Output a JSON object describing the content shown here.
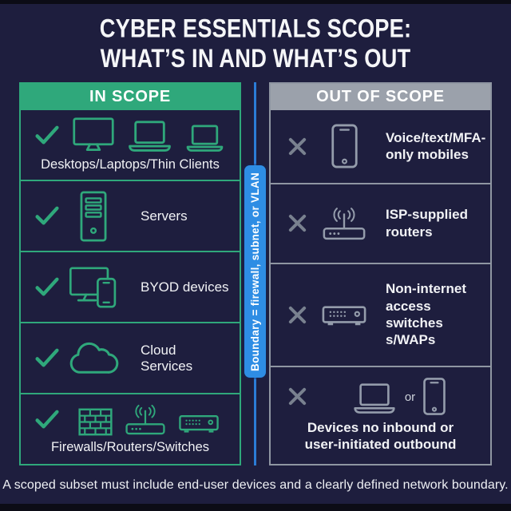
{
  "page": {
    "title_line1": "CYBER ESSENTIALS SCOPE:",
    "title_line2": "WHAT’S IN AND WHAT’S OUT",
    "footer": "A scoped subset must include end-user devices and a clearly defined network boundary."
  },
  "boundary": {
    "label": "Boundary = firewall, subnet, or VLAN"
  },
  "in_scope": {
    "header": "IN SCOPE",
    "mark": "check",
    "items": [
      {
        "label": "Desktops/Laptops/Thin Clients",
        "icons": [
          "desktop-icon",
          "laptop-icon",
          "thin-client-icon"
        ]
      },
      {
        "label": "Servers",
        "icons": [
          "server-icon"
        ]
      },
      {
        "label": "BYOD devices",
        "icons": [
          "byod-monitor-phone-icon"
        ]
      },
      {
        "label": "Cloud Services",
        "icons": [
          "cloud-icon"
        ]
      },
      {
        "label": "Firewalls/Routers/Switches",
        "icons": [
          "firewall-icon",
          "wifi-router-icon",
          "network-switch-icon"
        ]
      }
    ]
  },
  "out_of_scope": {
    "header": "OUT OF SCOPE",
    "mark": "x",
    "or_label": "or",
    "items": [
      {
        "label": "Voice/text/MFA-\nonly mobiles",
        "icons": [
          "mobile-phone-icon"
        ]
      },
      {
        "label": "ISP-supplied\nrouters",
        "icons": [
          "wifi-router-icon"
        ]
      },
      {
        "label": "Non-internet\naccess switches\ns/WAPs",
        "icons": [
          "network-switch-icon"
        ]
      },
      {
        "label": "Devices no inbound or\nuser-initiated outbound",
        "icons": [
          "laptop-icon",
          "mobile-phone-icon"
        ]
      }
    ]
  },
  "colors": {
    "background": "#1e1e3e",
    "edge_bar": "#0c0c16",
    "in_scope_green": "#2fa87b",
    "out_scope_gray_header": "#9ba1ab",
    "out_scope_gray_border": "#8f96a2",
    "out_scope_icon_gray": "#949cab",
    "x_mark_gray": "#79818f",
    "boundary_blue": "#2e8de4",
    "boundary_line_blue": "#2b7cd6",
    "text_white": "#f1f2f5"
  }
}
